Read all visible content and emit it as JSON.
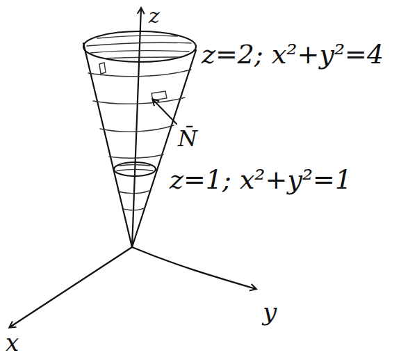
{
  "diagram": {
    "labels": [
      "z",
      "z=2; x²+y²=4",
      "N̄",
      "z=1; x²+y²=1",
      "y",
      "x"
    ]
  }
}
